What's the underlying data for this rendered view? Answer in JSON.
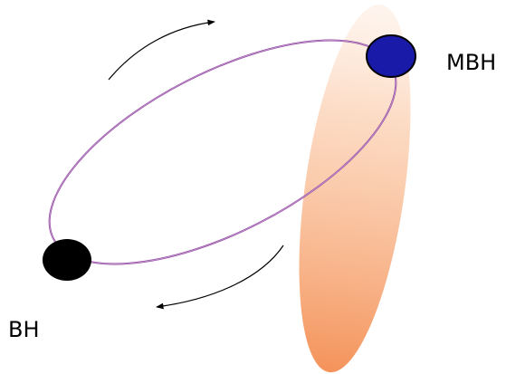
{
  "labels": {
    "mbh": "MBH",
    "bh": "BH"
  },
  "colors": {
    "orbit": "#8a3a9a",
    "mbh_fill": "#1a1aa8",
    "bh_fill": "#000000",
    "jet": "#f4935a",
    "arrow": "#000000"
  },
  "icons": {
    "mbh": "massive-black-hole-disc",
    "bh": "black-hole-disc",
    "jet": "jet-plume",
    "orbit": "elliptical-orbit",
    "motion_arrows": "curved-arrow"
  }
}
